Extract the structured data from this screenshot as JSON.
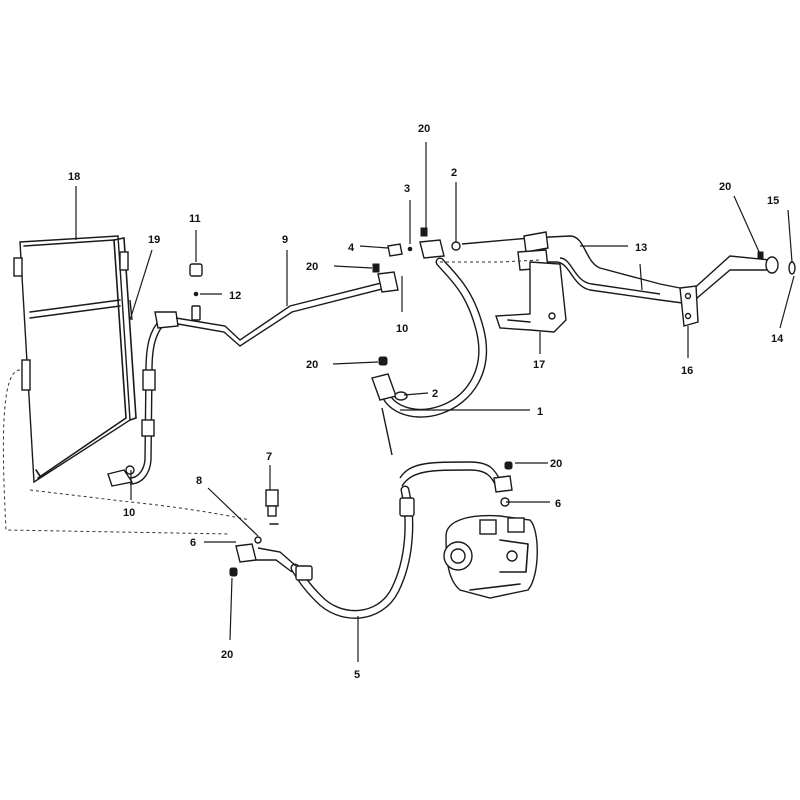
{
  "callouts": {
    "c1": "1",
    "c2a": "2",
    "c2b": "2",
    "c3": "3",
    "c4": "4",
    "c5": "5",
    "c6a": "6",
    "c6b": "6",
    "c7": "7",
    "c8": "8",
    "c9": "9",
    "c10a": "10",
    "c10b": "10",
    "c11": "11",
    "c12": "12",
    "c13": "13",
    "c14": "14",
    "c15": "15",
    "c16": "16",
    "c17": "17",
    "c18": "18",
    "c19": "19",
    "c20a": "20",
    "c20b": "20",
    "c20c": "20",
    "c20d": "20",
    "c20e": "20",
    "c20f": "20"
  }
}
